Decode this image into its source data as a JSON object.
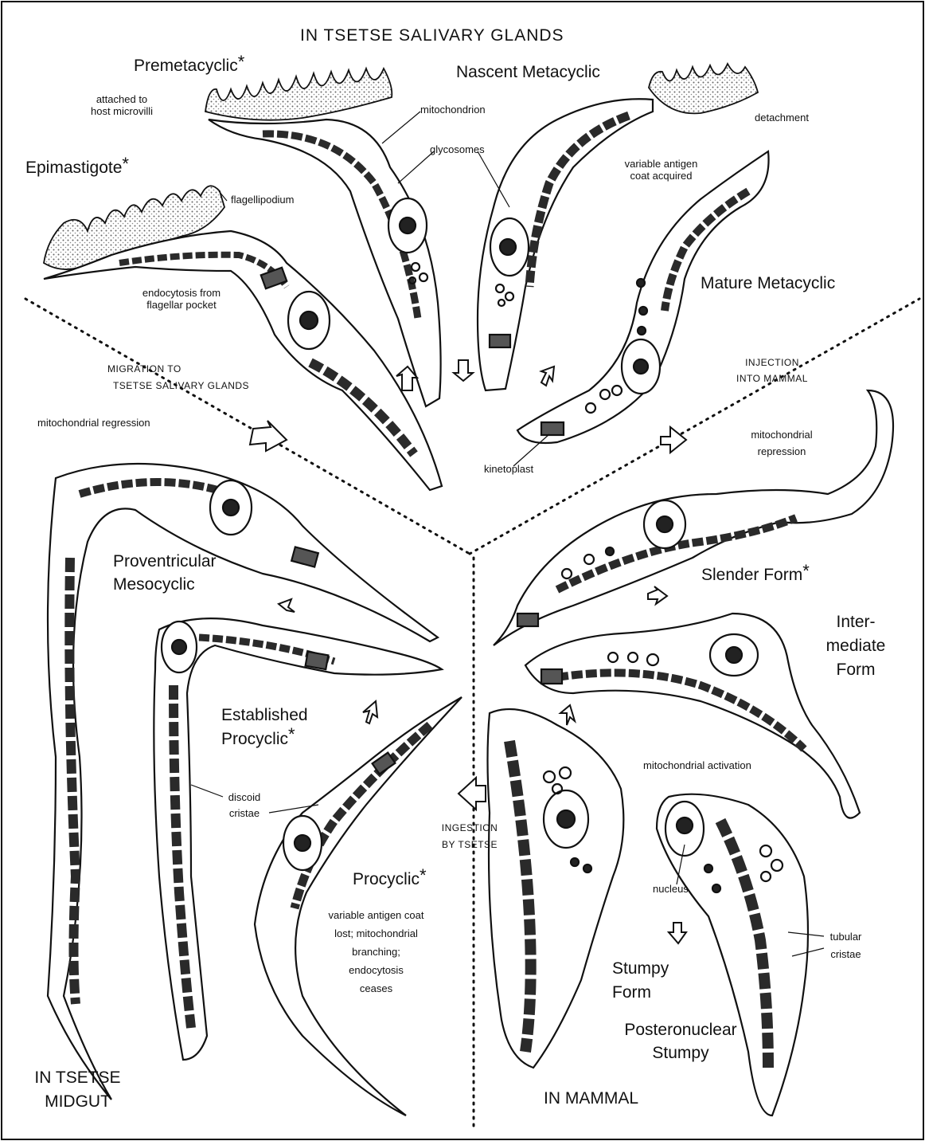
{
  "regions": {
    "salivary_glands": "IN TSETSE SALIVARY GLANDS",
    "midgut_line1": "IN TSETSE",
    "midgut_line2": "MIDGUT",
    "mammal": "IN MAMMAL"
  },
  "stages": {
    "premetacyclic": "Premetacyclic",
    "nascent_metacyclic": "Nascent Metacyclic",
    "epimastigote": "Epimastigote",
    "mature_metacyclic": "Mature Metacyclic",
    "proventricular_line1": "Proventricular",
    "proventricular_line2": "Mesocyclic",
    "slender_form": "Slender Form",
    "intermediate_line1": "Inter-",
    "intermediate_line2": "mediate",
    "intermediate_line3": "Form",
    "established_line1": "Established",
    "established_line2": "Procyclic",
    "procyclic": "Procyclic",
    "stumpy_line1": "Stumpy",
    "stumpy_line2": "Form",
    "posteronuclear_line1": "Posteronuclear",
    "posteronuclear_line2": "Stumpy",
    "asterisk": "*"
  },
  "annotations": {
    "attached_line1": "attached to",
    "attached_line2": "host microvilli",
    "mitochondrion": "mitochondrion",
    "glycosomes": "glycosomes",
    "detachment": "detachment",
    "variable_antigen_line1": "variable antigen",
    "variable_antigen_line2": "coat acquired",
    "flagellipodium": "flagellipodium",
    "endocytosis_line1": "endocytosis from",
    "endocytosis_line2": "flagellar pocket",
    "migration_line1": "MIGRATION TO",
    "migration_line2": "TSETSE SALIVARY GLANDS",
    "injection_line1": "INJECTION",
    "injection_line2": "INTO MAMMAL",
    "mitochondrial_regression": "mitochondrial regression",
    "mitochondrial_repression_line1": "mitochondrial",
    "mitochondrial_repression_line2": "repression",
    "kinetoplast": "kinetoplast",
    "discoid_line1": "discoid",
    "discoid_line2": "cristae",
    "mitochondrial_activation": "mitochondrial activation",
    "ingestion_line1": "INGESTION",
    "ingestion_line2": "BY TSETSE",
    "nucleus": "nucleus",
    "tubular_line1": "tubular",
    "tubular_line2": "cristae",
    "procyclic_note_line1": "variable antigen coat",
    "procyclic_note_line2": "lost; mitochondrial",
    "procyclic_note_line3": "branching;",
    "procyclic_note_line4": "endocytosis",
    "procyclic_note_line5": "ceases"
  },
  "colors": {
    "ink": "#111111",
    "background": "#ffffff",
    "mitochondrion": "#2a2a2a",
    "microvilli_stipple": "#777777"
  }
}
